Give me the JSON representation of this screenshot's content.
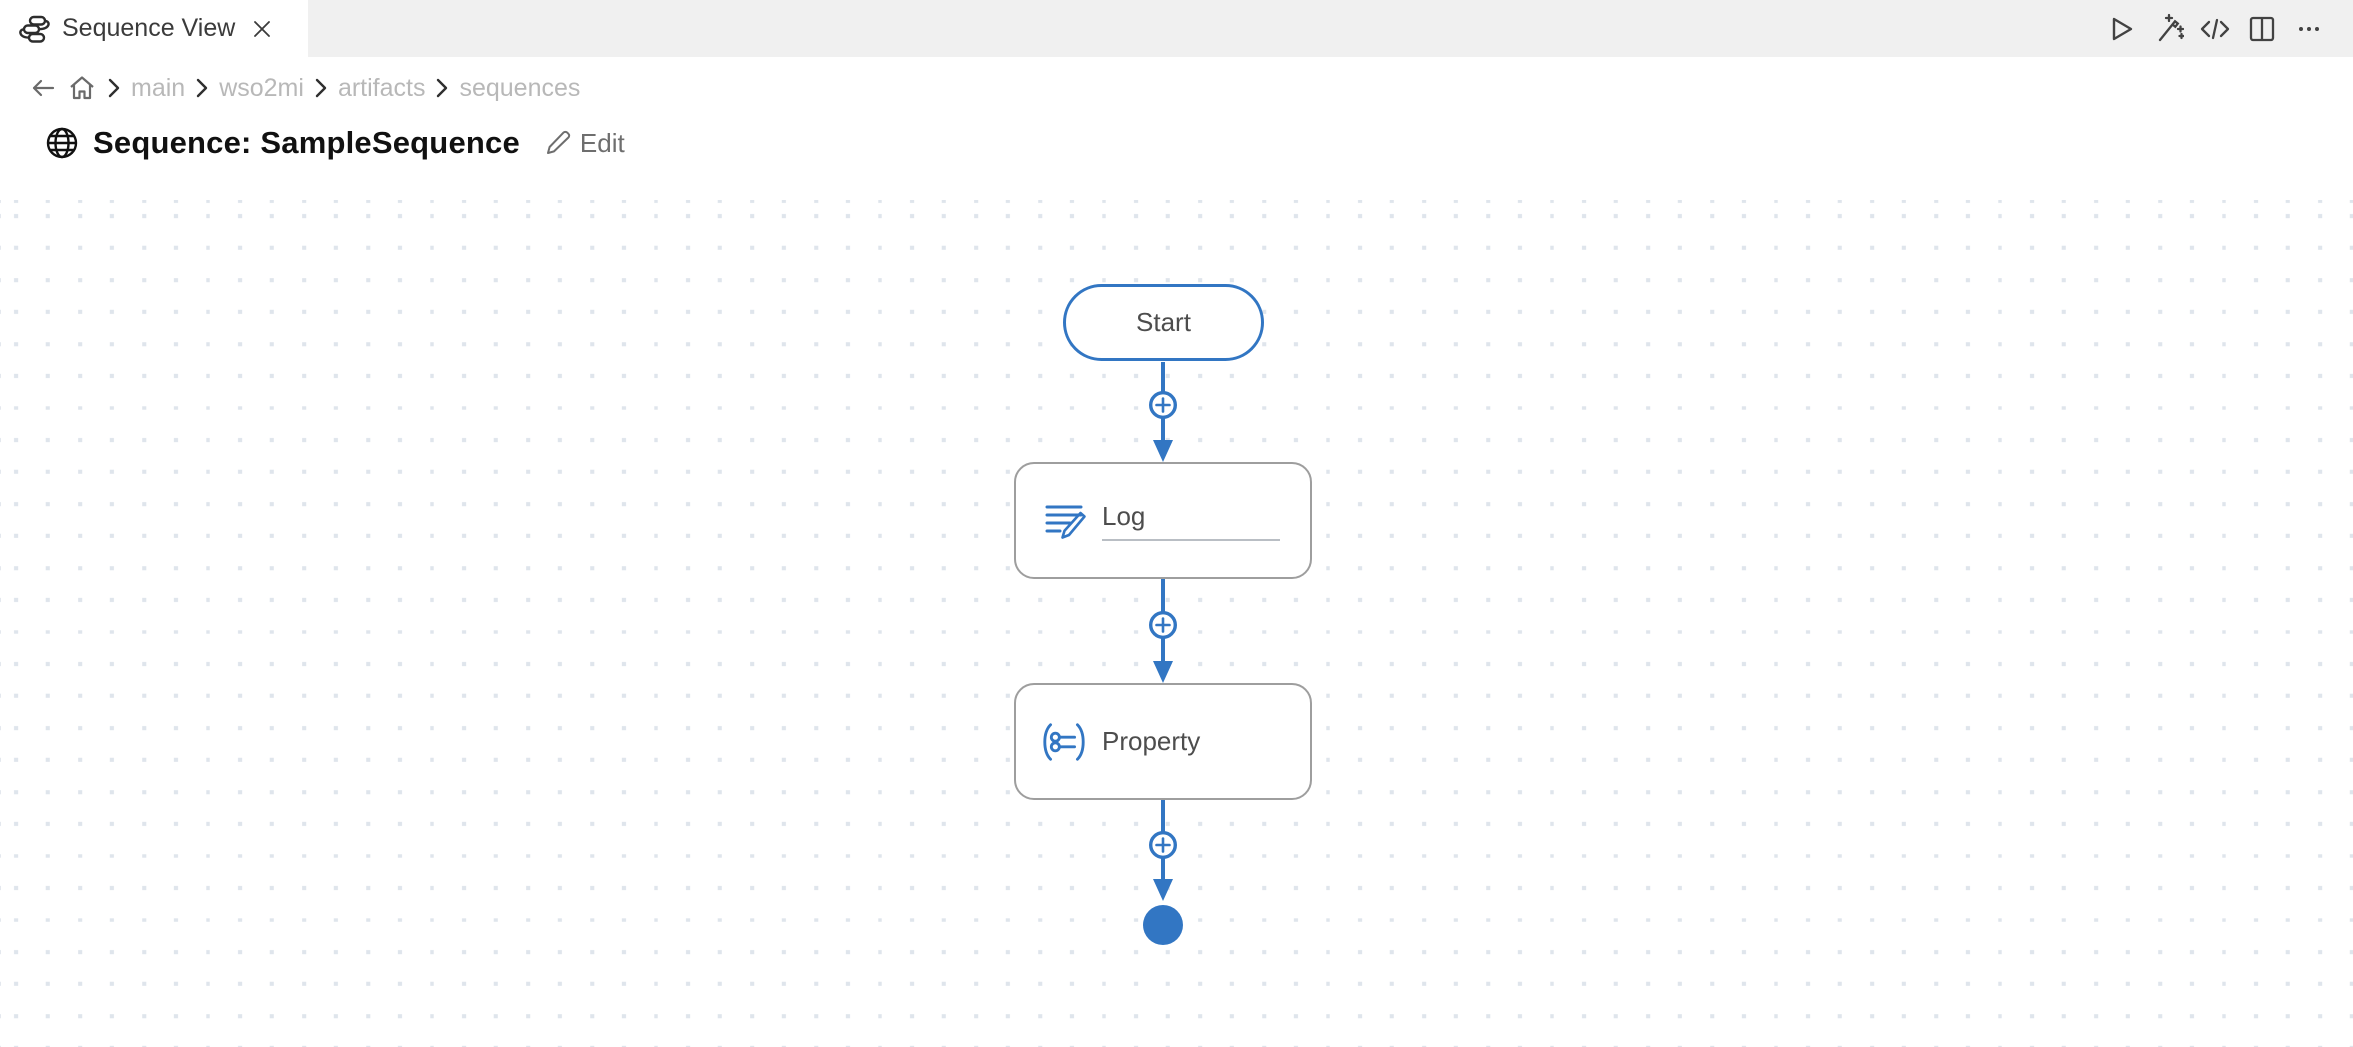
{
  "colors": {
    "accent_blue": "#3276C3",
    "node_border_gray": "#9E9E9E",
    "dot_grid": "#DFE5EC",
    "tab_bar_bg": "#F0F0F0",
    "breadcrumb_text": "#B8B8B8",
    "title_text": "#111111"
  },
  "tab": {
    "icon": "sequence-icon",
    "title": "Sequence View",
    "close_icon": "close-icon"
  },
  "editor_actions": [
    {
      "icon": "run-icon"
    },
    {
      "icon": "magic-wand-icon"
    },
    {
      "icon": "show-source-icon"
    },
    {
      "icon": "split-editor-icon"
    },
    {
      "icon": "more-actions-icon"
    }
  ],
  "breadcrumb": {
    "back_icon": "arrow-left-icon",
    "home_icon": "home-icon",
    "items": [
      "main",
      "wso2mi",
      "artifacts",
      "sequences"
    ]
  },
  "header": {
    "icon": "globe-icon",
    "title": "Sequence: SampleSequence",
    "edit_icon": "pencil-icon",
    "edit_label": "Edit"
  },
  "diagram": {
    "start_node": {
      "label": "Start"
    },
    "nodes": [
      {
        "type": "log",
        "icon": "log-mediator-icon",
        "label": "Log"
      },
      {
        "type": "property",
        "icon": "property-mediator-icon",
        "label": "Property"
      }
    ],
    "add_button_icon": "plus-circle-icon",
    "add_button_count": 3,
    "end_node": {
      "type": "end",
      "icon": "end-circle"
    }
  }
}
